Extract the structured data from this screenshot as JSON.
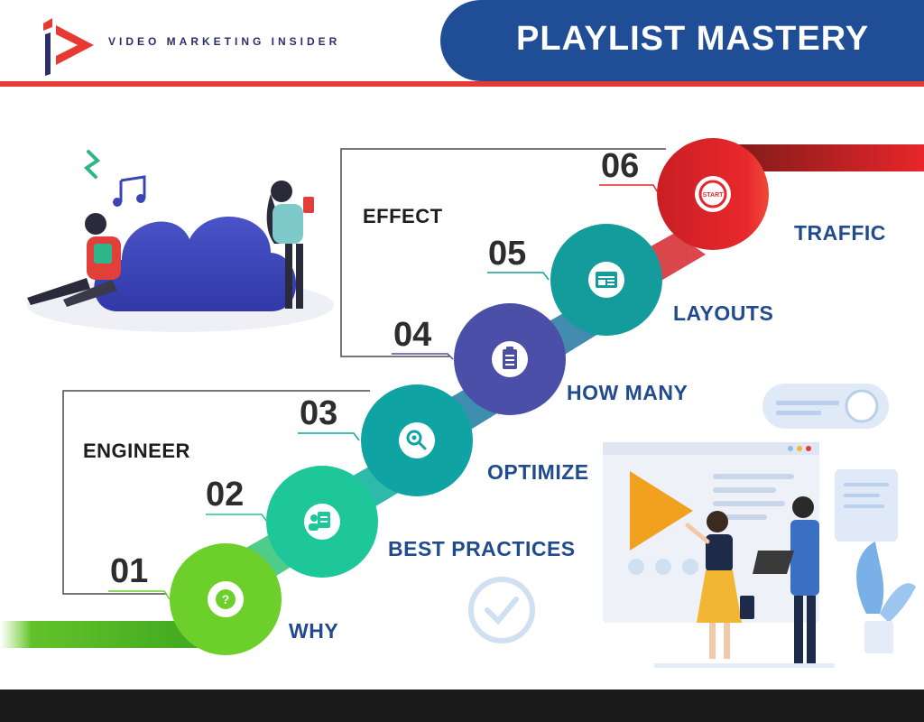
{
  "header": {
    "brand": "VIDEO MARKETING INSIDER",
    "title": "PLAYLIST MASTERY"
  },
  "groups": {
    "effect": "EFFECT",
    "engineer": "ENGINEER"
  },
  "steps": [
    {
      "number": "01",
      "label": "WHY",
      "color": "#6ccf2a",
      "icon": "question-bubble-icon"
    },
    {
      "number": "02",
      "label": "BEST PRACTICES",
      "color": "#1ec79a",
      "icon": "document-person-icon"
    },
    {
      "number": "03",
      "label": "OPTIMIZE",
      "color": "#0fa3a3",
      "icon": "magnifier-gear-icon"
    },
    {
      "number": "04",
      "label": "HOW MANY",
      "color": "#4b4fa8",
      "icon": "clipboard-icon"
    },
    {
      "number": "05",
      "label": "LAYOUTS",
      "color": "#149c9c",
      "icon": "layout-window-icon"
    },
    {
      "number": "06",
      "label": "TRAFFIC",
      "color": "#e8262b",
      "icon": "start-button-icon",
      "icon_text": "START"
    }
  ],
  "colors": {
    "title_bar": "#1f4e96",
    "accent_red": "#e63a33",
    "label_blue": "#214b8f"
  }
}
